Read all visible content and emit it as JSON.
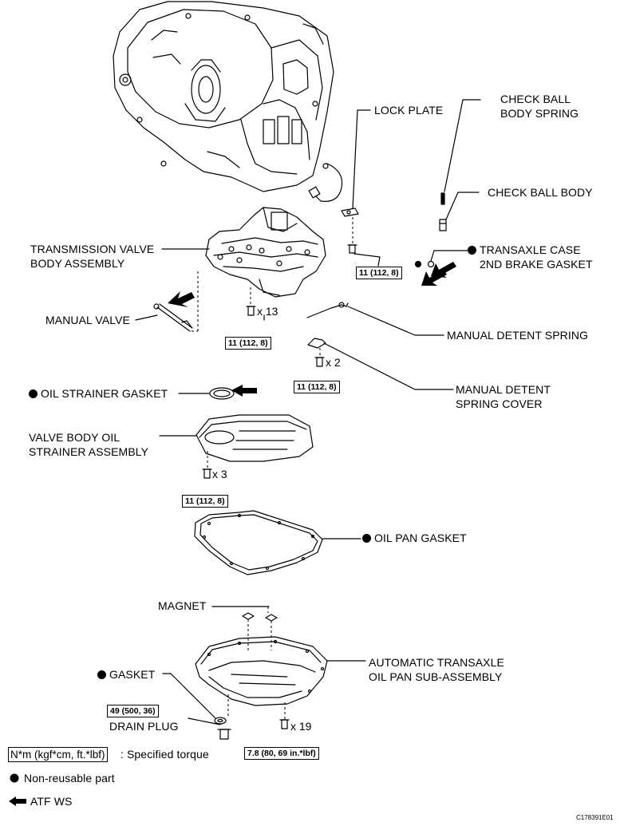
{
  "labels": {
    "lock_plate": "LOCK PLATE",
    "check_ball_spring": [
      "CHECK BALL",
      "BODY SPRING"
    ],
    "check_ball_body": "CHECK BALL BODY",
    "transaxle_gasket": [
      "TRANSAXLE CASE",
      "2ND BRAKE GASKET"
    ],
    "valve_body": [
      "TRANSMISSION VALVE",
      "BODY ASSEMBLY"
    ],
    "manual_valve": "MANUAL VALVE",
    "manual_detent_spring": "MANUAL DETENT SPRING",
    "detent_spring_cover": [
      "MANUAL DETENT",
      "SPRING COVER"
    ],
    "oil_strainer_gasket": "OIL STRAINER GASKET",
    "strainer_assembly": [
      "VALVE BODY OIL",
      "STRAINER ASSEMBLY"
    ],
    "oil_pan_gasket": "OIL PAN GASKET",
    "magnet": "MAGNET",
    "pan_assembly": [
      "AUTOMATIC TRANSAXLE",
      "OIL PAN SUB-ASSEMBLY"
    ],
    "gasket": "GASKET",
    "drain_plug": "DRAIN PLUG"
  },
  "torques": {
    "lock_plate": "11 (112, 8)",
    "valve_body": "11 (112, 8)",
    "detent_cover": "11 (112, 8)",
    "strainer": "11 (112, 8)",
    "drain_plug": "49 (500, 36)",
    "oil_pan": "7.8 (80, 69 in.*lbf)"
  },
  "counts": {
    "valve_body_bolts": "x 13",
    "detent_cover_bolts": "x 2",
    "strainer_bolts": "x 3",
    "oil_pan_bolts": "x 19"
  },
  "legend": {
    "torque_unit": "N*m (kgf*cm, ft.*lbf)",
    "torque_desc": ": Specified torque",
    "non_reusable": "Non-reusable part",
    "atf": "ATF WS"
  },
  "figure_code": "C178391E01"
}
